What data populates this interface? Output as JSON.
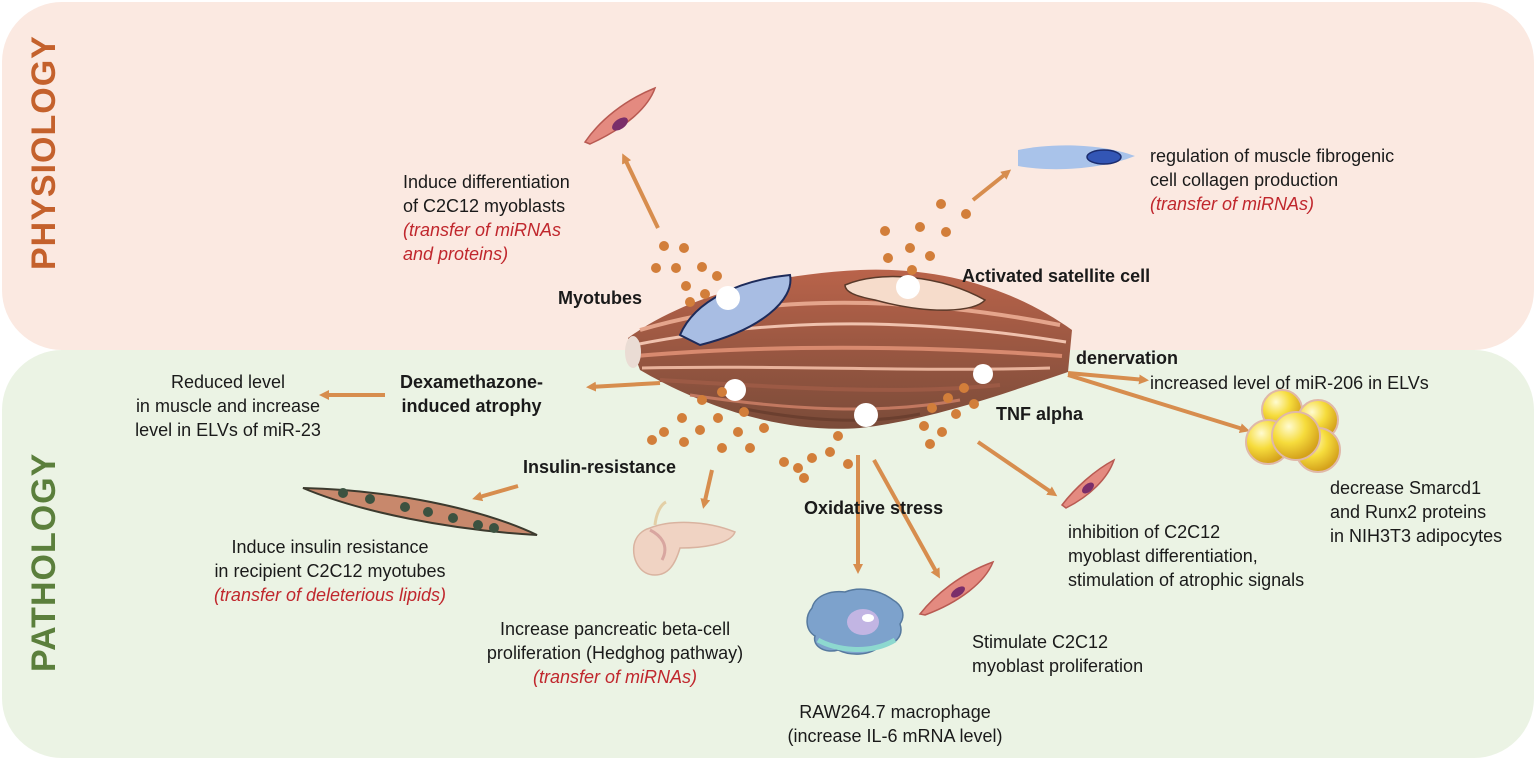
{
  "sections": {
    "physiology": "PHYSIOLOGY",
    "pathology": "PATHOLOGY"
  },
  "colors": {
    "physiology_bg": "#fbe9e1",
    "pathology_bg": "#ebf3e4",
    "physiology_title": "#c4612c",
    "pathology_title": "#5b7f3c",
    "arrow": "#d78d4e",
    "vesicle": "#d27e3a",
    "annotation_red": "#c0272d"
  },
  "labels": {
    "myotubes": "Myotubes",
    "activated_satellite_cell": "Activated satellite cell",
    "dexamethazone_line1": "Dexamethazone-",
    "dexamethazone_line2": "induced atrophy",
    "insulin_resistance": "Insulin-resistance",
    "oxidative_stress": "Oxidative stress",
    "tnf_alpha": "TNF alpha",
    "denervation": "denervation"
  },
  "effects": {
    "myoblast_diff": {
      "line1": "Induce differentiation",
      "line2": "of C2C12 myoblasts",
      "red1": "(transfer of miRNAs",
      "red2": "and proteins)"
    },
    "fibrogenic": {
      "line1": "regulation of muscle fibrogenic",
      "line2": "cell collagen production",
      "red1": "(transfer of miRNAs)"
    },
    "mir23": {
      "line1": "Reduced level",
      "line2": "in muscle and increase",
      "line3": "level in ELVs of miR-23"
    },
    "mir206": {
      "line1": "increased level of miR-206 in ELVs"
    },
    "adipocytes": {
      "line1": "decrease Smarcd1",
      "line2": "and Runx2 proteins",
      "line3": "in NIH3T3 adipocytes"
    },
    "insulin_myotubes": {
      "line1": "Induce insulin resistance",
      "line2": "in recipient C2C12 myotubes",
      "red1": "(transfer of deleterious lipids)"
    },
    "pancreas": {
      "line1": "Increase pancreatic beta-cell",
      "line2": "proliferation (Hedghog pathway)",
      "red1": "(transfer of miRNAs)"
    },
    "macrophage": {
      "line1": "RAW264.7 macrophage",
      "line2": "(increase IL-6 mRNA level)"
    },
    "proliferation": {
      "line1": "Stimulate C2C12",
      "line2": "myoblast proliferation"
    },
    "tnf_effect": {
      "line1": "inhibition of C2C12",
      "line2": "myoblast differentiation,",
      "line3": "stimulation of atrophic signals"
    }
  },
  "icons": [
    "muscle-fiber-bundle-icon",
    "myoblast-cell-icon",
    "fibroblast-cell-icon",
    "myotube-icon",
    "pancreas-icon",
    "macrophage-icon",
    "adipocyte-cluster-icon"
  ]
}
